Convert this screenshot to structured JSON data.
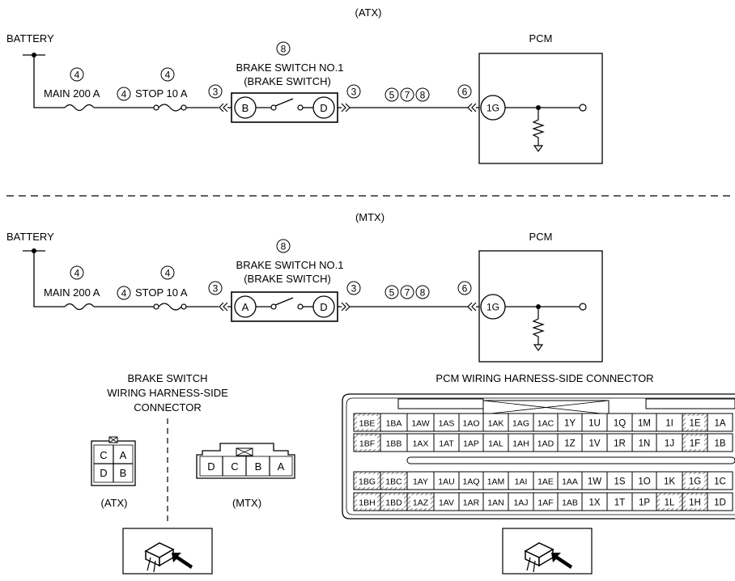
{
  "atx": {
    "title": "(ATX)",
    "battery_label": "BATTERY",
    "pcm_label": "PCM",
    "switch_name_line1": "BRAKE SWITCH NO.1",
    "switch_name_line2": "(BRAKE SWITCH)",
    "fuse_main_label": "MAIN 200 A",
    "fuse_stop_label": "STOP 10 A",
    "switch_terminal_in": "B",
    "switch_terminal_out": "D",
    "pcm_terminal": "1G",
    "callouts": {
      "switch": "8",
      "main_fuse": "4",
      "between_fuses": "4",
      "stop_fuse": "4",
      "left_connector": "3",
      "right_connector": "3",
      "wire_a": "5",
      "wire_b": "7",
      "wire_c": "8",
      "pcm_connector": "6"
    }
  },
  "mtx": {
    "title": "(MTX)",
    "battery_label": "BATTERY",
    "pcm_label": "PCM",
    "switch_name_line1": "BRAKE SWITCH NO.1",
    "switch_name_line2": "(BRAKE SWITCH)",
    "fuse_main_label": "MAIN 200 A",
    "fuse_stop_label": "STOP 10 A",
    "switch_terminal_in": "A",
    "switch_terminal_out": "D",
    "pcm_terminal": "1G",
    "callouts": {
      "switch": "8",
      "main_fuse": "4",
      "between_fuses": "4",
      "stop_fuse": "4",
      "left_connector": "3",
      "right_connector": "3",
      "wire_a": "5",
      "wire_b": "7",
      "wire_c": "8",
      "pcm_connector": "6"
    }
  },
  "brake_connector": {
    "title_line1": "BRAKE SWITCH",
    "title_line2": "WIRING HARNESS-SIDE",
    "title_line3": "CONNECTOR",
    "atx_pins": [
      "C",
      "A",
      "D",
      "B"
    ],
    "atx_label": "(ATX)",
    "mtx_pins": [
      "D",
      "C",
      "B",
      "A"
    ],
    "mtx_label": "(MTX)"
  },
  "pcm_connector": {
    "title": "PCM WIRING HARNESS-SIDE CONNECTOR",
    "upper_rows": [
      [
        "1BE",
        "1BA",
        "1AW",
        "1AS",
        "1AO",
        "1AK",
        "1AG",
        "1AC",
        "1Y",
        "1U",
        "1Q",
        "1M",
        "1I",
        "1E",
        "1A"
      ],
      [
        "1BF",
        "1BB",
        "1AX",
        "1AT",
        "1AP",
        "1AL",
        "1AH",
        "1AD",
        "1Z",
        "1V",
        "1R",
        "1N",
        "1J",
        "1F",
        "1B"
      ]
    ],
    "lower_rows": [
      [
        "1BG",
        "1BC",
        "1AY",
        "1AU",
        "1AQ",
        "1AM",
        "1AI",
        "1AE",
        "1AA",
        "1W",
        "1S",
        "1O",
        "1K",
        "1G",
        "1C"
      ],
      [
        "1BH",
        "1BD",
        "1AZ",
        "1AV",
        "1AR",
        "1AN",
        "1AJ",
        "1AF",
        "1AB",
        "1X",
        "1T",
        "1P",
        "1L",
        "1H",
        "1D"
      ]
    ]
  },
  "colors": {
    "line": "#000000",
    "hatch": "#555555",
    "background": "#ffffff"
  }
}
